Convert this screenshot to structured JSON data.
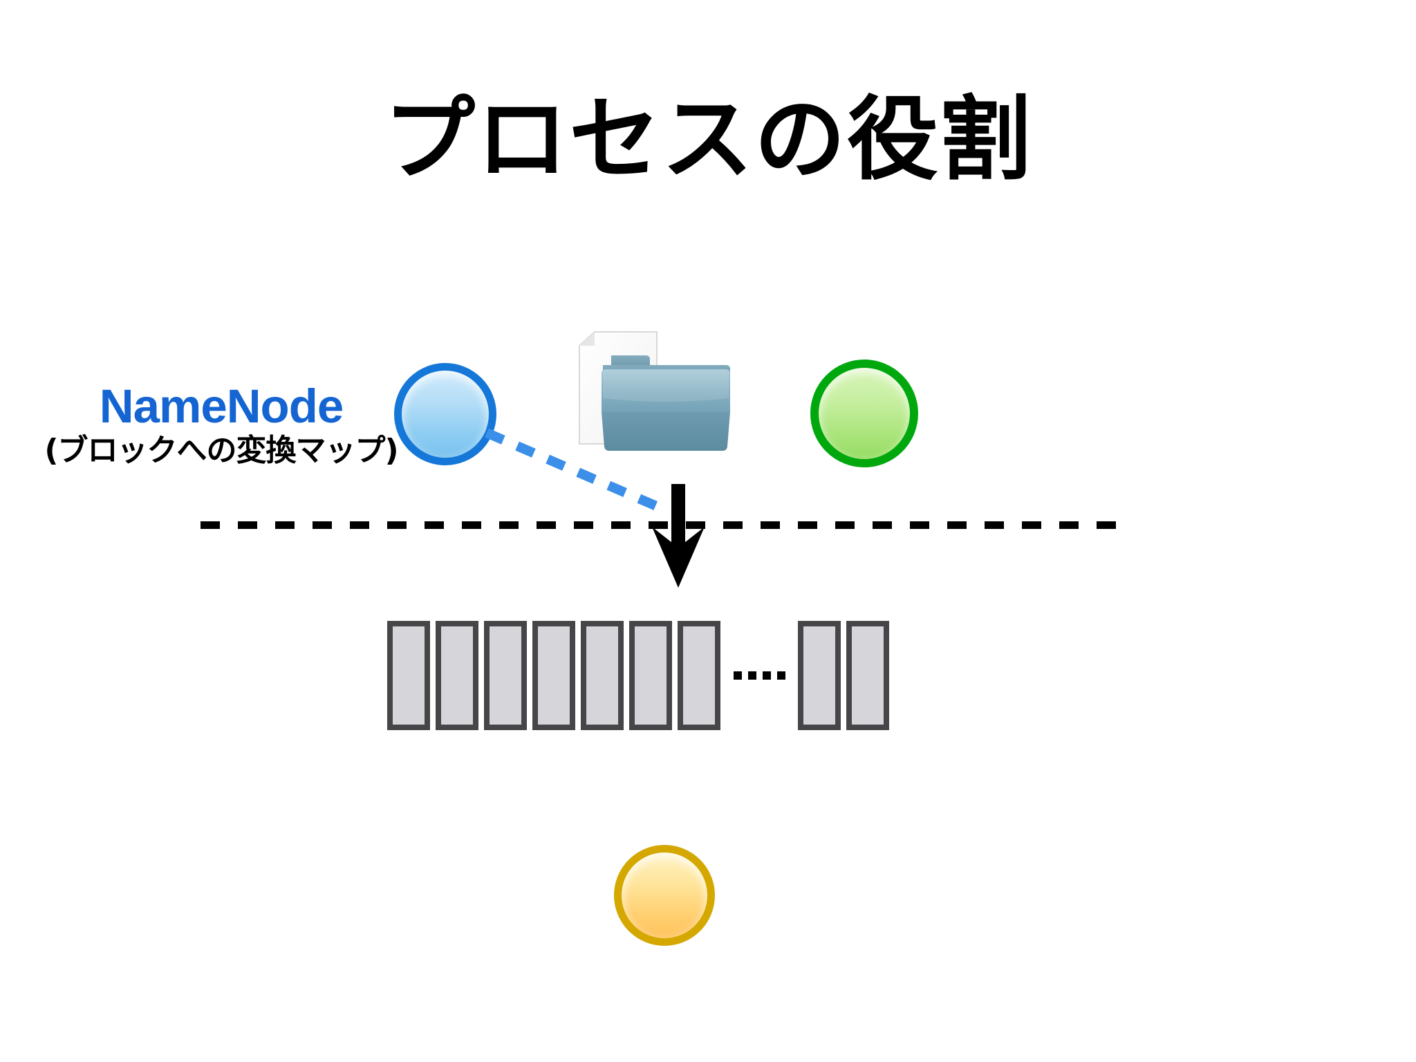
{
  "slide": {
    "title": "プロセスの役割",
    "background_color": "#ffffff"
  },
  "labels": {
    "namenode_title": "NameNode",
    "namenode_title_color": "#1464d2",
    "namenode_subtitle": "(ブロックへの変換マップ)",
    "namenode_subtitle_color": "#000000"
  },
  "nodes": [
    {
      "name": "namenode-orb",
      "shape": "circle",
      "color": "#8ecdf2",
      "border_color": "#1577d8"
    },
    {
      "name": "green-orb",
      "shape": "circle",
      "color": "#a8e479",
      "border_color": "#00a80d"
    },
    {
      "name": "yellow-orb",
      "shape": "circle",
      "color": "#ffd071",
      "border_color": "#d4a800"
    }
  ],
  "folder": {
    "name": "folder-with-document",
    "body_color": "#6d9cb2",
    "page_color": "#fdfdfd"
  },
  "connectors": {
    "separator_color": "#000000",
    "separator_style": "dashed",
    "mapping_line_color": "#3b8fe8",
    "mapping_line_style": "dashed",
    "arrow_color": "#000000",
    "arrow_direction": "down"
  },
  "blocks": {
    "left_count": 7,
    "right_count": 2,
    "ellipsis": "....",
    "ellipsis_dot_count": 4,
    "fill_color": "#d6d5d9",
    "border_color": "#464649"
  }
}
